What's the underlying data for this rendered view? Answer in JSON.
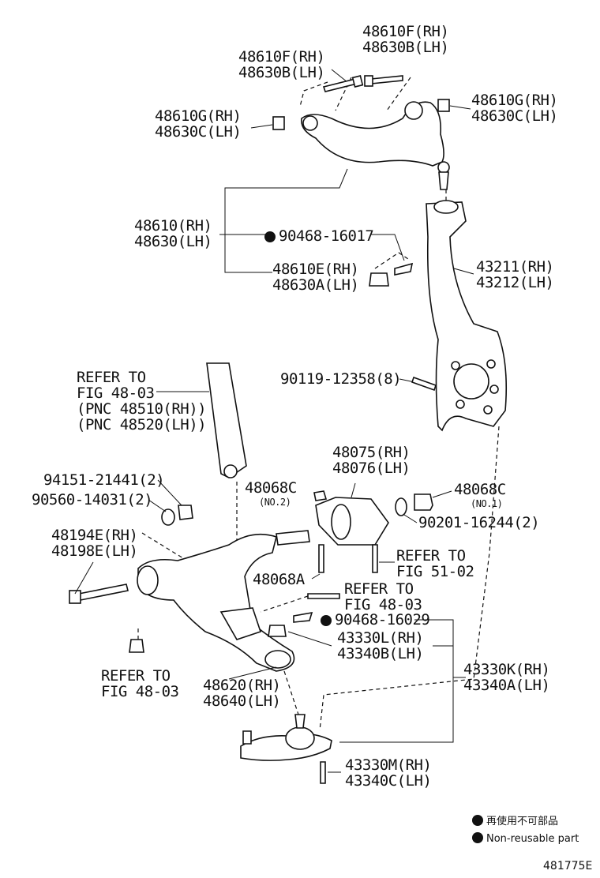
{
  "diagram_code": "481775E",
  "callouts": {
    "upper_bolt_left": [
      "48610F(RH)",
      "48630B(LH)"
    ],
    "upper_bolt_right": [
      "48610F(RH)",
      "48630B(LH)"
    ],
    "upper_nut_left": [
      "48610G(RH)",
      "48630C(LH)"
    ],
    "upper_nut_right": [
      "48610G(RH)",
      "48630C(LH)"
    ],
    "upper_arm": [
      "48610(RH)",
      "48630(LH)"
    ],
    "cotter_pin_upper": "90468-16017",
    "upper_ball_nut": [
      "48610E(RH)",
      "48630A(LH)"
    ],
    "knuckle": [
      "43211(RH)",
      "43212(LH)"
    ],
    "knuckle_bolt": "90119-12358(8)",
    "shock_refer": [
      "REFER TO",
      "FIG 48-03",
      "(PNC 48510(RH))",
      "(PNC 48520(LH))"
    ],
    "strut_bushing": [
      "48075(RH)",
      "48076(LH)"
    ],
    "nut_48068c_left": "48068C",
    "nut_48068c_left_no": "(NO.2)",
    "nut_48068c_right": "48068C",
    "nut_48068c_right_no": "(NO.1)",
    "washer_90201": "90201-16244(2)",
    "nut_94151": "94151-21441(2)",
    "washer_90560": "90560-14031(2)",
    "lower_bolt_cam": [
      "48194E(RH)",
      "48198E(LH)"
    ],
    "bolt_48068a": "48068A",
    "refer_51_02": [
      "REFER TO",
      "FIG 51-02"
    ],
    "refer_48_03_mid": [
      "REFER TO",
      "FIG 48-03"
    ],
    "cotter_pin_lower": "90468-16029",
    "lower_ball_nut": [
      "43330L(RH)",
      "43340B(LH)"
    ],
    "lower_ball_joint": [
      "43330K(RH)",
      "43340A(LH)"
    ],
    "lower_arm": [
      "48620(RH)",
      "48640(LH)"
    ],
    "refer_48_03_left": [
      "REFER TO",
      "FIG 48-03"
    ],
    "lower_bj_bolt": [
      "43330M(RH)",
      "43340C(LH)"
    ]
  },
  "legend": {
    "jp": "再使用不可部品",
    "en": "Non-reusable part"
  }
}
